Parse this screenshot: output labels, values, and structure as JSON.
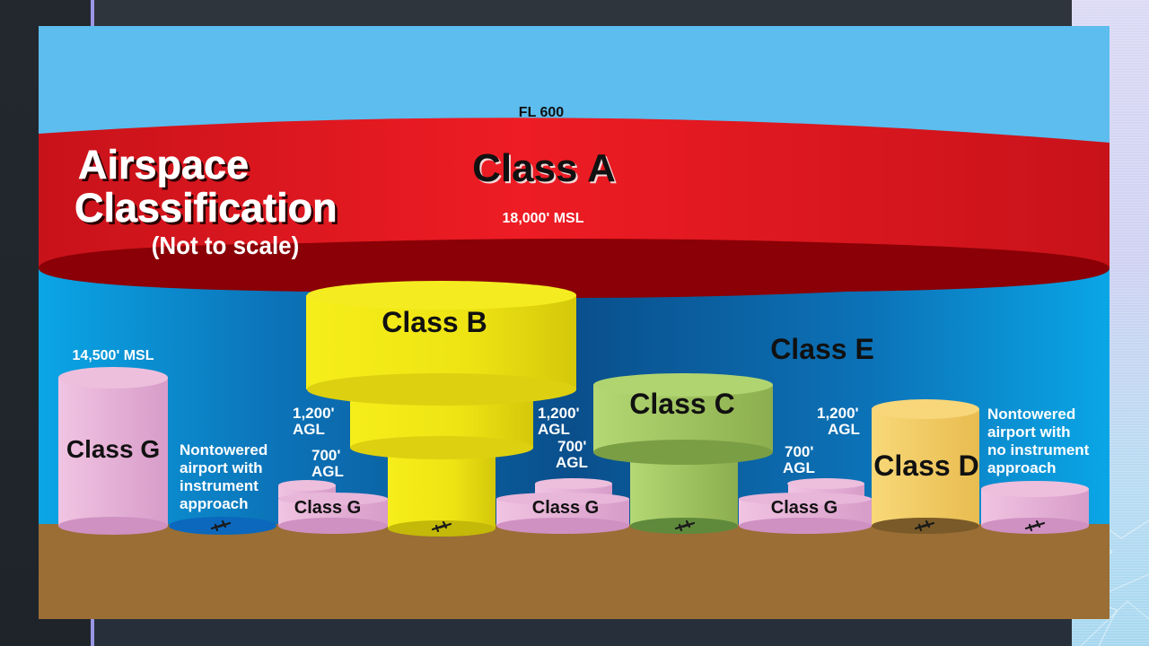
{
  "diagram": {
    "title_line1": "Airspace",
    "title_line2": "Classification",
    "subtitle": "(Not to scale)",
    "class_a": {
      "label": "Class A",
      "ceiling": "FL 600",
      "floor": "18,000' MSL",
      "color": "#e0161e"
    },
    "class_b": {
      "label": "Class B",
      "color": "#f2ea10"
    },
    "class_c": {
      "label": "Class C",
      "color": "#a8cc62"
    },
    "class_d": {
      "label": "Class D",
      "color": "#f6d36a"
    },
    "class_e": {
      "label": "Class E",
      "color": "#0e5fa3"
    },
    "class_g_tall": {
      "label": "Class G",
      "altitude": "14,500' MSL",
      "color": "#e7b4d8"
    },
    "class_g_b_left": {
      "label": "Class G"
    },
    "class_g_b_right": {
      "label": "Class G"
    },
    "class_g_c_right": {
      "label": "Class G"
    },
    "altitudes": {
      "b_left_upper": [
        "1,200'",
        "AGL"
      ],
      "b_left_lower": [
        "700'",
        "AGL"
      ],
      "b_right_upper": [
        "1,200'",
        "AGL"
      ],
      "b_right_lower": [
        "700'",
        "AGL"
      ],
      "c_right_lower": [
        "700'",
        "AGL"
      ],
      "d_left_upper": [
        "1,200'",
        "AGL"
      ]
    },
    "airport_with_instrument": [
      "Nontowered",
      "airport with",
      "instrument",
      "approach"
    ],
    "airport_no_instrument": [
      "Nontowered",
      "airport with",
      "no instrument",
      "approach"
    ],
    "ground_color": "#9a6e35",
    "sky_color": "#5cbdee"
  }
}
